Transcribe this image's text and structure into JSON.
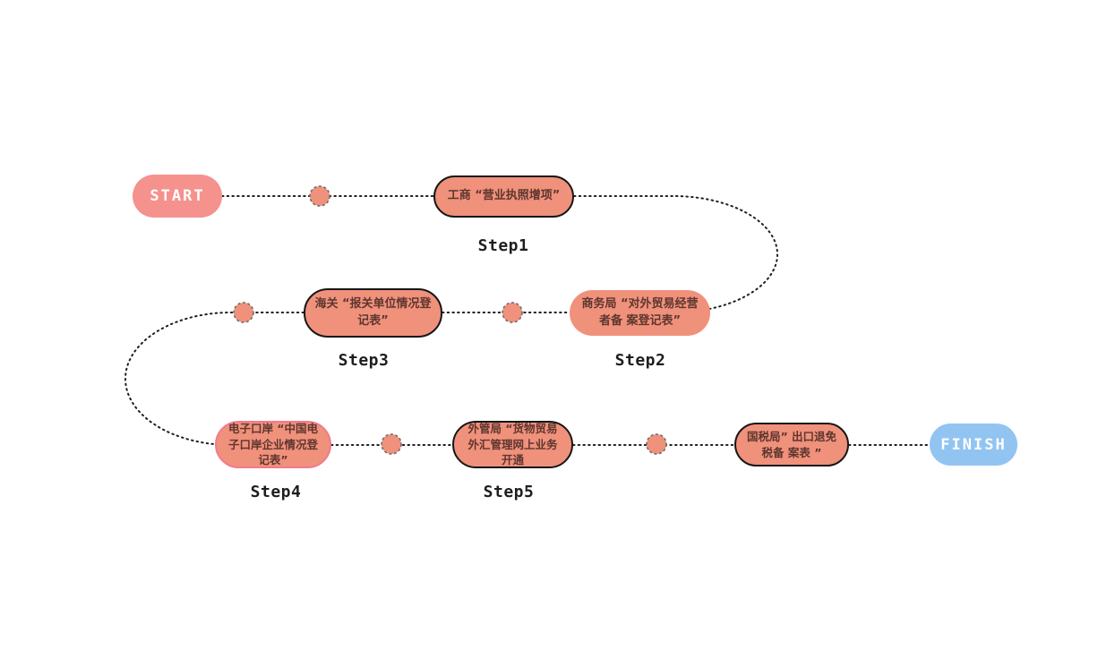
{
  "flow": {
    "start": {
      "label": "START"
    },
    "finish": {
      "label": "FINISH"
    },
    "steps": [
      {
        "label": "Step1",
        "text": "工商 “营业执照增项”",
        "border": "black"
      },
      {
        "label": "Step2",
        "text": "商务局 “对外贸易经营\n者备 案登记表”",
        "border": "none"
      },
      {
        "label": "Step3",
        "text": "海关 “报关单位情况登\n记表”",
        "border": "black"
      },
      {
        "label": "Step4",
        "text": "电子口岸 “中国电\n子口岸企业情况登\n记表”",
        "border": "pink"
      },
      {
        "label": "Step5",
        "text": "外管局 “货物贸易\n外汇管理网上业务\n开通",
        "border": "black"
      },
      {
        "label": "",
        "text": "国税局” 出口退免\n税备 案表 ”",
        "border": "black"
      }
    ],
    "colors": {
      "step_fill": "#F0917C",
      "step_border_black": "#161616",
      "step_border_pink": "#F2798F",
      "step_text": "#5E362E",
      "start_fill": "#F5928D",
      "finish_fill": "#92C4F2",
      "terminal_text": "#FFFFFF",
      "step_label_text": "#1E1E1E",
      "connector_line": "#1F1F1F",
      "dot_fill": "#F0917C",
      "dot_border": "#6E6E6E",
      "background": "#FFFFFF"
    }
  }
}
